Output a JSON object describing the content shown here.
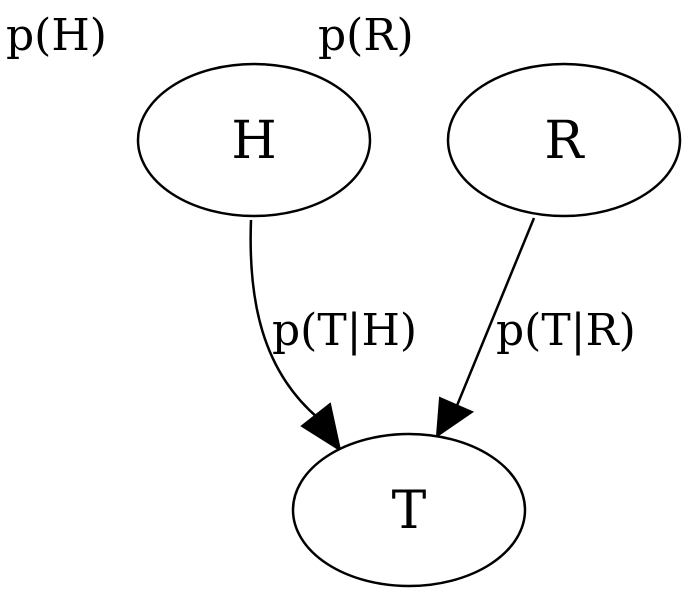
{
  "priors": {
    "h": "p(H)",
    "r": "p(R)"
  },
  "nodes": {
    "h": "H",
    "r": "R",
    "t": "T"
  },
  "edges": {
    "h_to_t": "p(T|H)",
    "r_to_t": "p(T|R)"
  }
}
